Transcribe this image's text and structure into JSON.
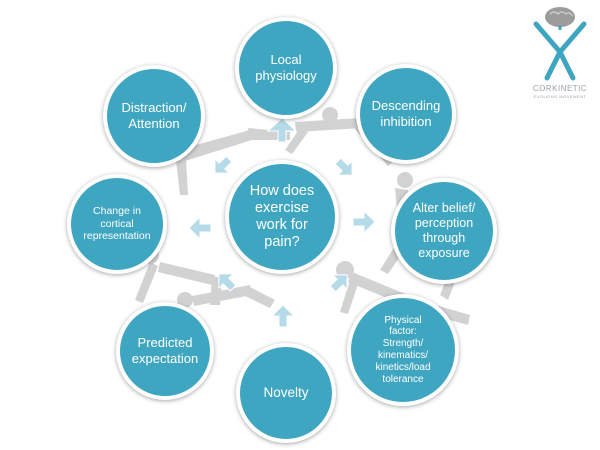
{
  "colors": {
    "node": "#3fa6c2",
    "arrow": "#b5dbe8",
    "figures": "#bdbdbd"
  },
  "center": {
    "lines": [
      "How does",
      "exercise",
      "work for",
      "pain?"
    ]
  },
  "nodes": {
    "local_physiology": {
      "lines": [
        "Local",
        "physiology"
      ]
    },
    "descending_inhibition": {
      "lines": [
        "Descending",
        "inhibition"
      ]
    },
    "alter_belief": {
      "lines": [
        "Alter belief/",
        "perception",
        "through",
        "exposure"
      ]
    },
    "physical_factor": {
      "lines": [
        "Physical",
        "factor:",
        "Strength/",
        "kinematics/",
        "kinetics/load",
        "tolerance"
      ]
    },
    "novelty": {
      "lines": [
        "Novelty"
      ]
    },
    "predicted_expectation": {
      "lines": [
        "Predicted",
        "expectation"
      ]
    },
    "change_cortical": {
      "lines": [
        "Change in",
        "cortical",
        "representation"
      ]
    },
    "distraction_attention": {
      "lines": [
        "Distraction/",
        "Attention"
      ]
    }
  },
  "logo": {
    "text": "CORKINETIC",
    "subtext": "EVOLVING MOVEMENT",
    "icon": "brain-figure-icon"
  }
}
